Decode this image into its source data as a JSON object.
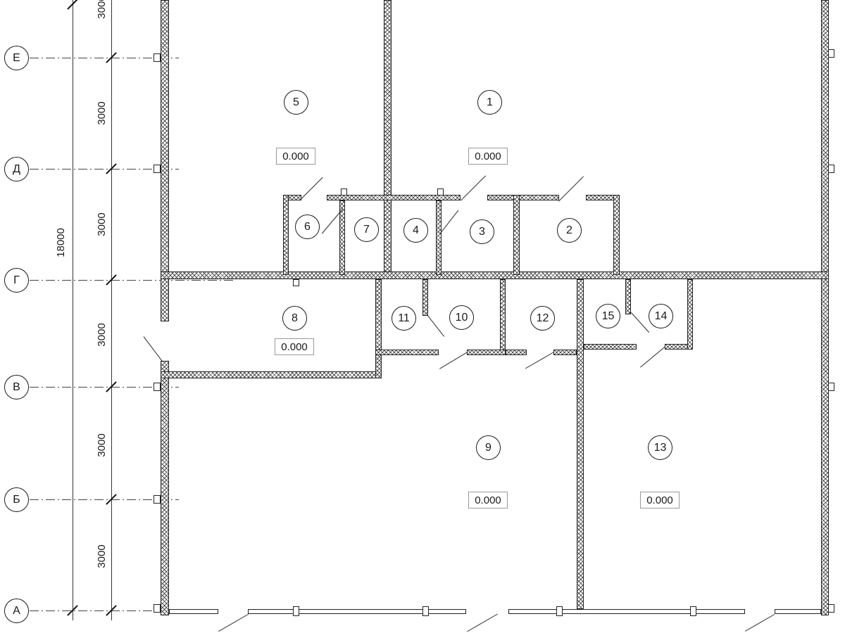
{
  "drawing": {
    "type": "floor-plan",
    "axis_labels": [
      "Е",
      "Д",
      "Г",
      "В",
      "Б",
      "А"
    ],
    "dimension_segments": [
      "3000",
      "3000",
      "3000",
      "3000",
      "3000",
      "3000"
    ],
    "dimension_total": "18000",
    "rooms": [
      {
        "number": "5",
        "elevation": "0.000"
      },
      {
        "number": "1",
        "elevation": "0.000"
      },
      {
        "number": "6"
      },
      {
        "number": "7"
      },
      {
        "number": "4"
      },
      {
        "number": "3"
      },
      {
        "number": "2"
      },
      {
        "number": "8",
        "elevation": "0.000"
      },
      {
        "number": "11"
      },
      {
        "number": "10"
      },
      {
        "number": "12"
      },
      {
        "number": "15"
      },
      {
        "number": "14"
      },
      {
        "number": "9",
        "elevation": "0.000"
      },
      {
        "number": "13",
        "elevation": "0.000"
      }
    ],
    "line_color": "#222222"
  }
}
